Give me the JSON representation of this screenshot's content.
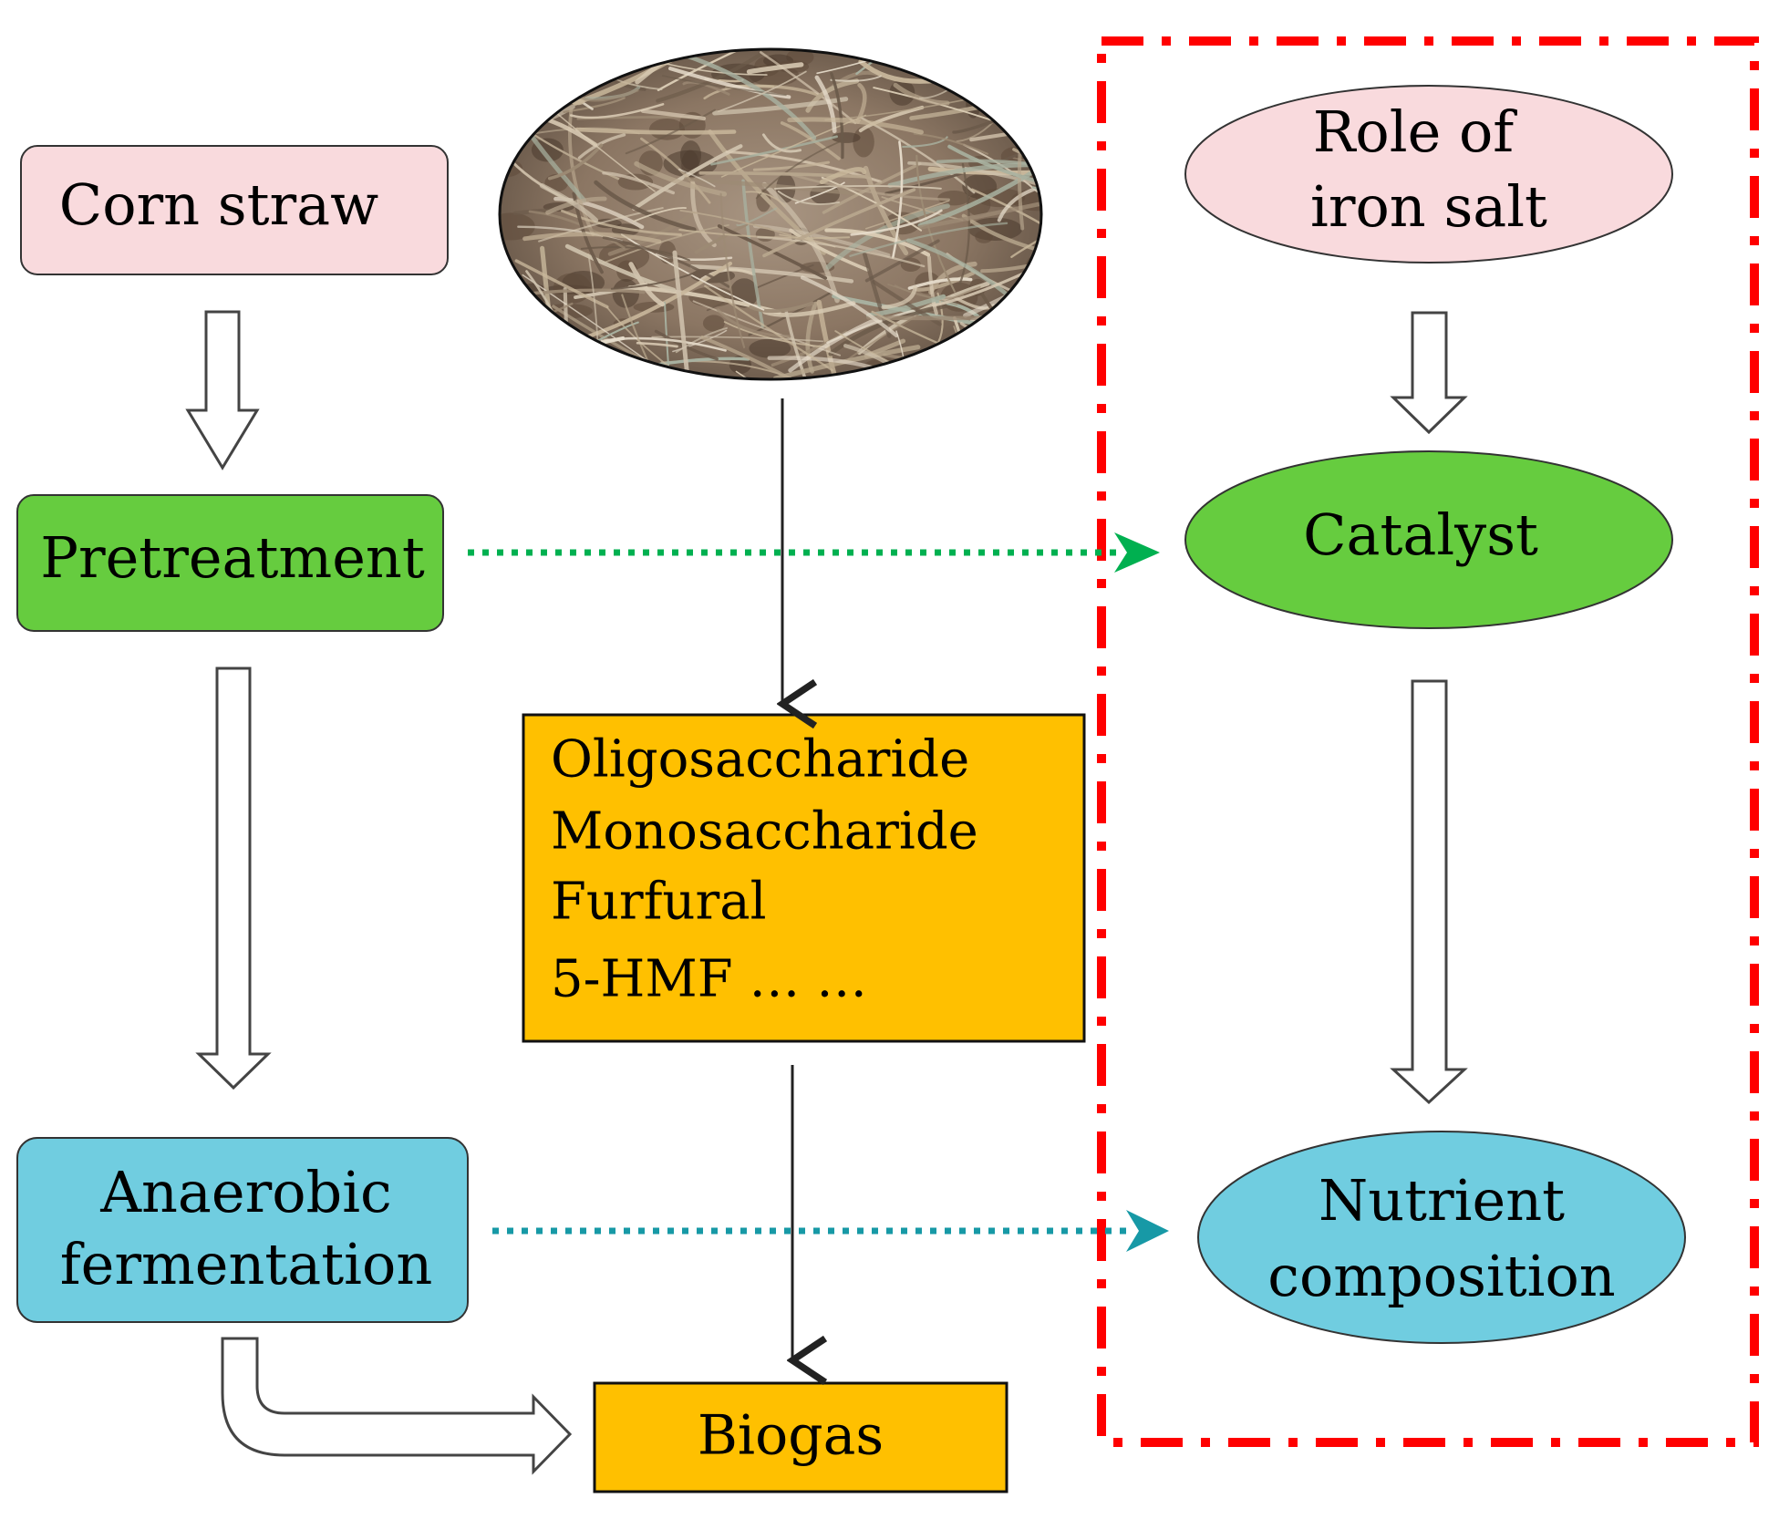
{
  "nodes": {
    "corn_straw": {
      "label": "Corn straw",
      "fill": "#F9DADD"
    },
    "pretreatment": {
      "label": "Pretreatment",
      "fill": "#66CC3F"
    },
    "anaerobic": {
      "lines": [
        "Anaerobic",
        "fermentation"
      ],
      "fill": "#70CDE0"
    },
    "products": {
      "lines": [
        "Oligosaccharide",
        "Monosaccharide",
        "Furfural",
        "5-HMF  … …"
      ],
      "fill": "#FFC000"
    },
    "biogas": {
      "label": "Biogas",
      "fill": "#FFC000"
    },
    "role_iron_salt": {
      "lines": [
        "Role of",
        "iron salt"
      ],
      "fill": "#F9DADD"
    },
    "catalyst": {
      "label": "Catalyst",
      "fill": "#66CC3F"
    },
    "nutrient": {
      "lines": [
        "Nutrient",
        "composition"
      ],
      "fill": "#70CDE0"
    }
  },
  "image": {
    "subject": "corn straw photo"
  },
  "colors": {
    "dashed_frame": "#FF0000",
    "dotted_green": "#00B050",
    "dotted_teal": "#1799A6",
    "stroke": "#222222"
  }
}
